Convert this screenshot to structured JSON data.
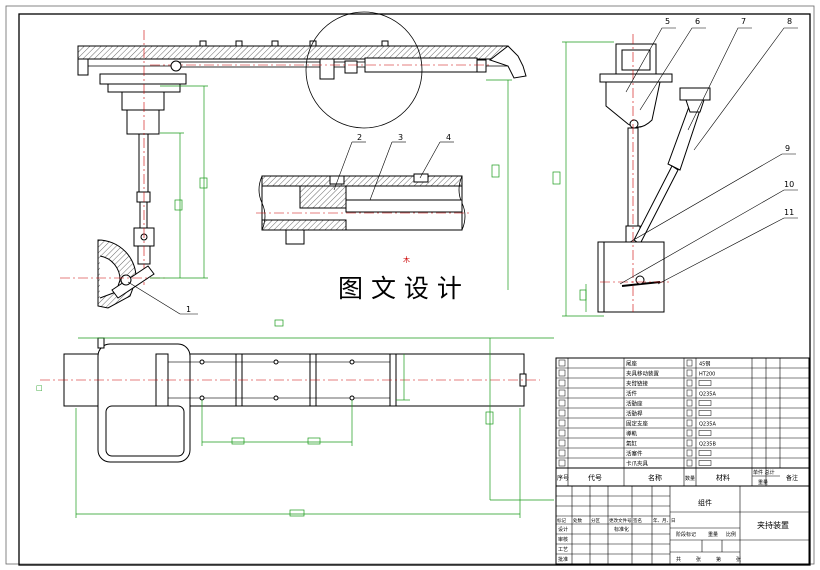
{
  "watermark": "图 文 设 计",
  "callouts": [
    "1",
    "2",
    "3",
    "4",
    "5",
    "6",
    "7",
    "8",
    "9",
    "10",
    "11"
  ],
  "bom": {
    "rows": [
      {
        "name": "尾座",
        "material": "45钢"
      },
      {
        "name": "夹具移动装置",
        "material": "HT200"
      },
      {
        "name": "夹臂链接",
        "material": ""
      },
      {
        "name": "活件",
        "material": "Q235A"
      },
      {
        "name": "活動座",
        "material": ""
      },
      {
        "name": "活動桿",
        "material": ""
      },
      {
        "name": "固定支座",
        "material": "Q235A"
      },
      {
        "name": "導軌",
        "material": ""
      },
      {
        "name": "氣缸",
        "material": "Q235B"
      },
      {
        "name": "活塞件",
        "material": ""
      },
      {
        "name": "卡爪夾具",
        "material": ""
      }
    ],
    "headers": {
      "index": "序号",
      "code": "代号",
      "name": "名称",
      "qty": "数量",
      "material": "材料",
      "weight": "单件 总计",
      "weight_sub": "重量",
      "remark": "备注"
    }
  },
  "title_block": {
    "part_label": "组件",
    "drawing_name": "夹持装置",
    "rev_labels": [
      "标记",
      "处数",
      "分区",
      "更改文件号",
      "签名",
      "年、月、日"
    ],
    "sign_labels": [
      "设计",
      "审核",
      "工艺",
      "批准"
    ],
    "std_label": "标准化",
    "stage_labels": [
      "阶段标记",
      "重量",
      "比例"
    ],
    "sheet_labels": [
      "共",
      "张",
      "第",
      "张"
    ]
  }
}
